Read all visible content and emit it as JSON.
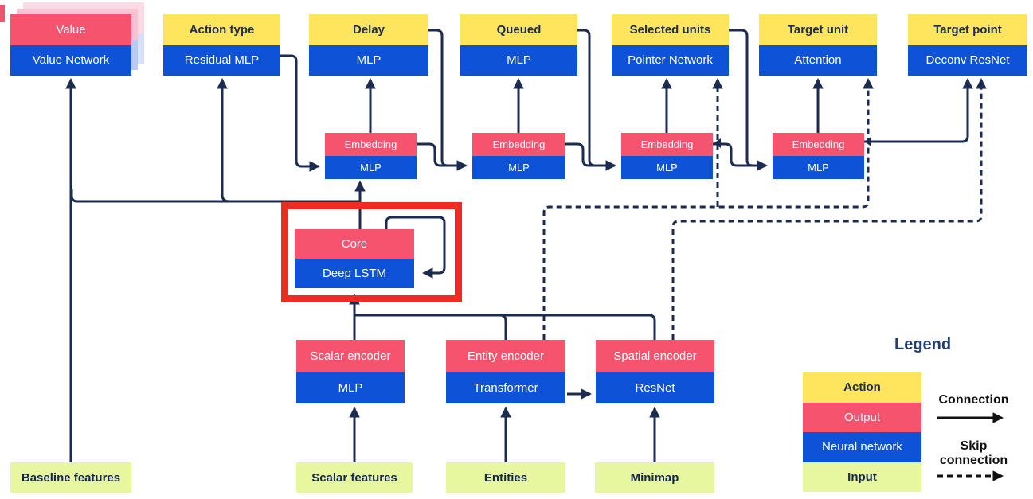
{
  "diagram": {
    "title_hint": "AlphaStar-style agent architecture",
    "heads": [
      {
        "action": "Value",
        "network": "Value Network"
      },
      {
        "action": "Action type",
        "network": "Residual MLP"
      },
      {
        "action": "Delay",
        "network": "MLP"
      },
      {
        "action": "Queued",
        "network": "MLP"
      },
      {
        "action": "Selected units",
        "network": "Pointer Network"
      },
      {
        "action": "Target unit",
        "network": "Attention"
      },
      {
        "action": "Target point",
        "network": "Deconv ResNet"
      }
    ],
    "embeddings": [
      {
        "output": "Embedding",
        "network": "MLP"
      },
      {
        "output": "Embedding",
        "network": "MLP"
      },
      {
        "output": "Embedding",
        "network": "MLP"
      },
      {
        "output": "Embedding",
        "network": "MLP"
      }
    ],
    "core": {
      "output": "Core",
      "network": "Deep LSTM"
    },
    "encoders": [
      {
        "output": "Scalar encoder",
        "network": "MLP"
      },
      {
        "output": "Entity encoder",
        "network": "Transformer"
      },
      {
        "output": "Spatial encoder",
        "network": "ResNet"
      }
    ],
    "inputs": [
      {
        "label": "Baseline features"
      },
      {
        "label": "Scalar features"
      },
      {
        "label": "Entities"
      },
      {
        "label": "Minimap"
      }
    ],
    "legend": {
      "title": "Legend",
      "items": [
        {
          "label": "Action",
          "color": "#FFE45E"
        },
        {
          "label": "Output",
          "color": "#F6536E"
        },
        {
          "label": "Neural network",
          "color": "#0E53D7"
        },
        {
          "label": "Input",
          "color": "#E7F7A0"
        }
      ],
      "connection_label": "Connection",
      "skip_connection_label_line1": "Skip",
      "skip_connection_label_line2": "connection"
    },
    "colors": {
      "action_yellow": "#FFE45E",
      "output_pink": "#F6536E",
      "network_blue": "#0E53D7",
      "input_green": "#E7F7A0",
      "wire_navy": "#1C2B50",
      "highlight_red": "#EC2D22"
    }
  }
}
